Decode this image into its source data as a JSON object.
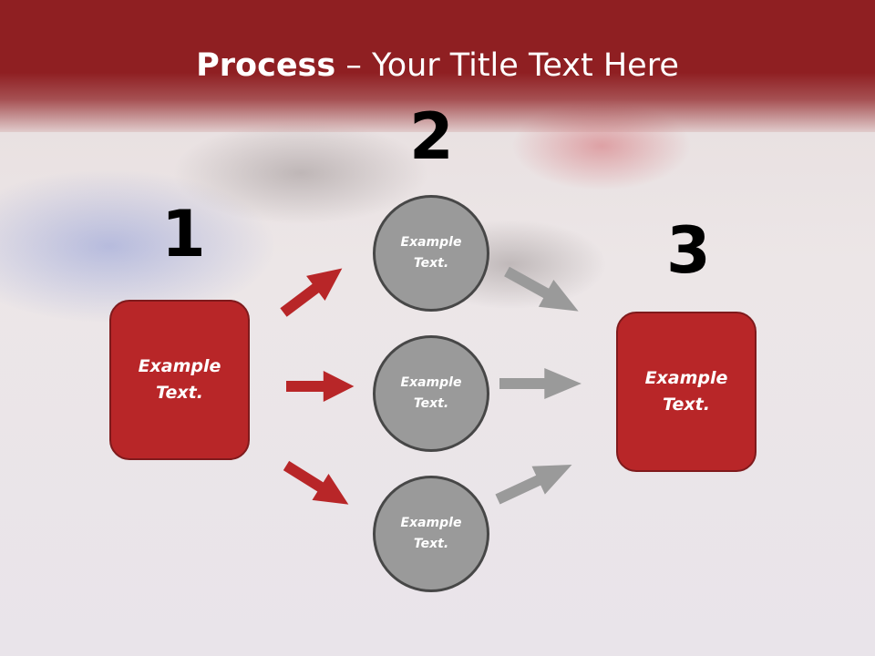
{
  "slide": {
    "title_bold": "Process",
    "title_rest": " – Your Title Text Here"
  },
  "colors": {
    "header": "#8f1f22",
    "box_fill": "#b82628",
    "box_border": "#7f1a1c",
    "circle_fill": "#9a9a9a",
    "circle_border": "#474747",
    "arrow_red": "#b82628",
    "arrow_gray": "#9a9a9a"
  },
  "steps": [
    {
      "number": "1",
      "label": "Example Text."
    },
    {
      "number": "2",
      "label": "Example Text."
    },
    {
      "number": "3",
      "label": "Example Text."
    }
  ],
  "circles": [
    {
      "label": "Example Text."
    },
    {
      "label": "Example Text."
    },
    {
      "label": "Example Text."
    }
  ],
  "arrows": [
    {
      "from": "step-1",
      "to": "circle-1",
      "color": "red"
    },
    {
      "from": "step-1",
      "to": "circle-2",
      "color": "red"
    },
    {
      "from": "step-1",
      "to": "circle-3",
      "color": "red"
    },
    {
      "from": "circle-1",
      "to": "step-3",
      "color": "gray"
    },
    {
      "from": "circle-2",
      "to": "step-3",
      "color": "gray"
    },
    {
      "from": "circle-3",
      "to": "step-3",
      "color": "gray"
    }
  ]
}
